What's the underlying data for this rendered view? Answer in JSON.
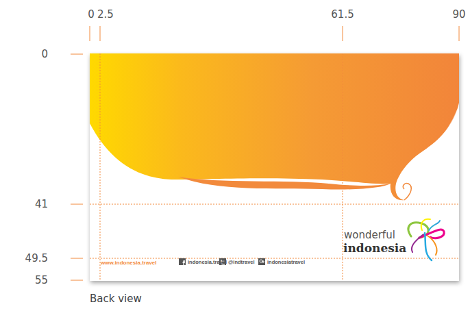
{
  "diagram": {
    "labels": [
      "0",
      "2.5",
      "61.5",
      "90",
      "0",
      "41",
      "49.5",
      "55",
      "www.indonesia.travel",
      "indonesia.travel",
      "@indtravel",
      "indonesiatravel",
      "wonderful",
      "indonesia",
      "Back view"
    ]
  }
}
